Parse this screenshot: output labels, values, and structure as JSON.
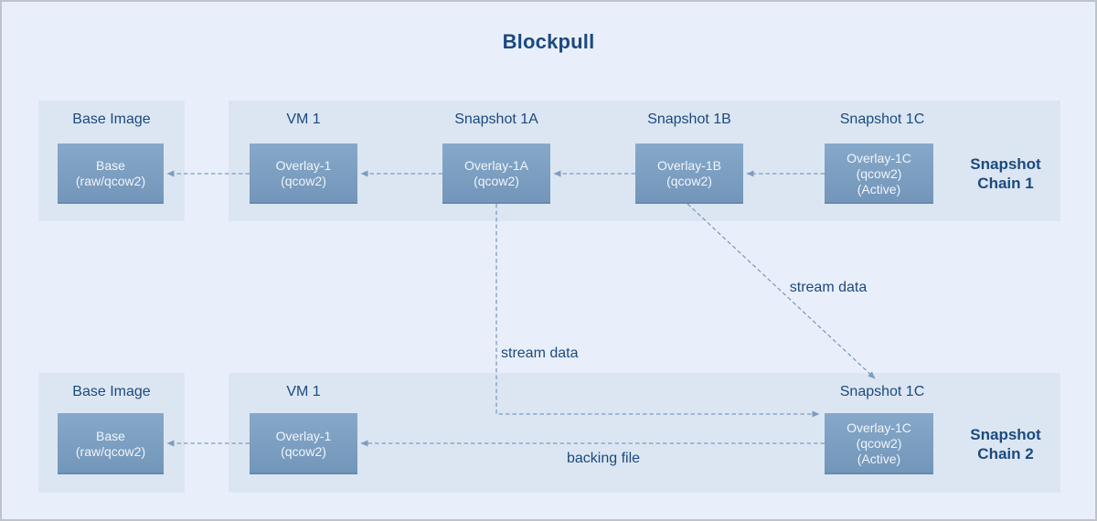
{
  "title": "Blockpull",
  "chains": [
    {
      "label_lines": [
        "Snapshot",
        "Chain 1"
      ],
      "base": {
        "header": "Base Image",
        "box": [
          "Base",
          "(raw/qcow2)"
        ]
      },
      "nodes": [
        {
          "header": "VM 1",
          "box": [
            "Overlay-1",
            "(qcow2)"
          ]
        },
        {
          "header": "Snapshot 1A",
          "box": [
            "Overlay-1A",
            "(qcow2)"
          ]
        },
        {
          "header": "Snapshot 1B",
          "box": [
            "Overlay-1B",
            "(qcow2)"
          ]
        },
        {
          "header": "Snapshot 1C",
          "box": [
            "Overlay-1C",
            "(qcow2)",
            "(Active)"
          ]
        }
      ]
    },
    {
      "label_lines": [
        "Snapshot",
        "Chain 2"
      ],
      "base": {
        "header": "Base Image",
        "box": [
          "Base",
          "(raw/qcow2)"
        ]
      },
      "nodes": [
        {
          "header": "VM 1",
          "box": [
            "Overlay-1",
            "(qcow2)"
          ]
        },
        {
          "header": "Snapshot 1C",
          "box": [
            "Overlay-1C",
            "(qcow2)",
            "(Active)"
          ]
        }
      ]
    }
  ],
  "annotations": {
    "stream_data_elbow": "stream data",
    "stream_data_diagonal": "stream data",
    "backing_file": "backing file"
  },
  "colors": {
    "page_bg": "#e9effa",
    "panel_bg": "#dce6f2",
    "box_top": "#86a9ca",
    "box_bottom": "#7295b9",
    "box_text": "#f1f5fa",
    "navy": "#1b4a7e",
    "arrow": "#7d9dbf",
    "frame": "#bfc3c9"
  }
}
